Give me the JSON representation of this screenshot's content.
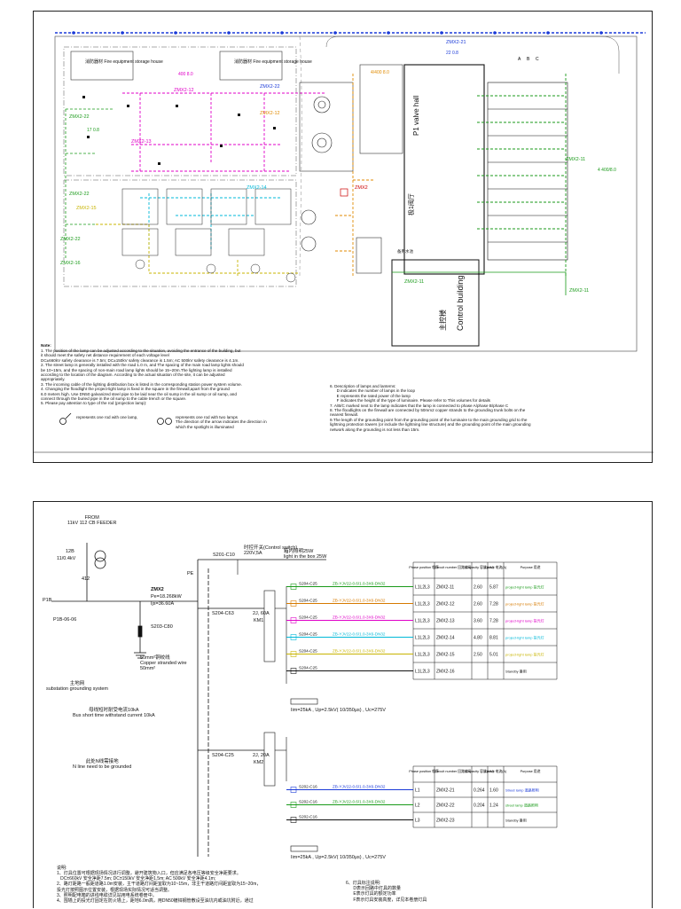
{
  "sheet1": {
    "storage_house_labels": [
      "消防器材 Fire equipment storage house",
      "消防器材 Fire equipment storage house"
    ],
    "valve_hall_label": "P1 valve hall",
    "valve_hall_cn": "极1阀厅",
    "control_building_label": "Control building",
    "control_building_cn": "主控楼",
    "room_label_cn": "备用水池",
    "circuit_tags": [
      "ZMX2-21",
      "ZMX2-22",
      "ZMX2-12",
      "ZMX2-13",
      "ZMX2-15",
      "ZMX2-14",
      "ZMX2-12",
      "ZMX2-22",
      "ZMX2-22",
      "ZMX2-22",
      "ZMX2-11",
      "ZMX2-11",
      "ZMX2-11",
      "ZMX2",
      "ZMX2-16"
    ],
    "lamp_marks": [
      "22 0.8",
      "400 8.0",
      "17 0.8",
      "4/400 8.0",
      "4 400/8.0"
    ],
    "phase_letters": [
      "A",
      "B",
      "C"
    ],
    "notes_title": "Note:",
    "notes_left": "1. The position of the lamp can be adjusted according to the situation, avoiding the entrance of the building, but\nit should meet the safety net distance requirement of each voltage level\nDC±660kV safety clearance is 7.5m; DC±150kV safety clearance is 1.5m; AC 500kV safety clearance is 4.1m.\n2. The street lamp is generally installed with the road 1.0 m, and The spacing of the main road lamp lights should\nbe 10~15m, and the spacing of non-main road lamp lights should be 15~20m.The lighting lamp is installed\naccording to the location of the diagram. According to the actual situation of the site, it can be adjusted\nappropriately.\n3. The incoming cable of the lighting distribution box is listed in the corresponding station power system volume.\n4. Changing the floodlight the project-light lamp is fixed in the square in the firewall,apart from the ground\n6.0 meters high. Use DN50 galvanized steel pipe to be laid near the oil sump in the oil sump or oil sump, and\nconnect through the buried pipe in the oil sump to the cable trench or the square.\n5. Please pay attention to type of the rod (projection lamp):",
    "legend_one": "represents one rod with one lamp,",
    "legend_two": "represents one rod with two lamps\nThe direction of the arrow indicates the direction in\nwhich the spotlight is illuminated",
    "notes_right": "6. Description of lamps and lanterns:\n      D indicates the number of lamps in the loop\n      E represents the rated power of the lamp\n      F indicates the height of the type of luminaire. Please refer to This volumes for details\n7. A/B/C marked next to the lamp indicates that the lamp is connected to phase A/phase B/phase C\n8. The floodlights on the firewall are connected by 50mm2 copper strands to the grounding trunk bolts on the\nnearest firewall.\n9.The length of the grounding point from the grounding point of the luminaire to the main grounding grid to the\nlightning protection towers (or include the lightning line structure) and the grounding point of the main grounding\nnetwork along the grounding is not less than 15m."
  },
  "sheet2": {
    "feeder_label": "FROM\n11kV 112 CB FEEDER",
    "transformer_id": "12B",
    "transformer_ratio": "11/0.4kV",
    "bus_no": "412",
    "panel_name": "P1B",
    "panel_sub": "P1B-06-06",
    "box_name": "ZMX2",
    "box_pe": "Pe=18.268kW",
    "box_ijs": "Ijs=36.60A",
    "switch_main": "S203-C80",
    "switch_timer": "S201-C10",
    "switch_timer_label": "时控开关(Control switch)\n220V,5A",
    "indicator_lamp": "箱内照明25W\nlight in the box 25W",
    "pe_label": "PE",
    "km1": "2J, 60A",
    "km1_tag": "KM1",
    "km2": "2J, 20A",
    "km2_tag": "KM2",
    "s204": "S204-C63",
    "s204b": "S204-C25",
    "s202": "S202-C16",
    "ground_cable": "50mm²铜绞线\nCopper stranded wire\n50mm²",
    "ground_system": "主地网\nsubstation grounding system",
    "bus_current": "母线短时耐受电流10kA\nBus short time withstand current 10kA",
    "neutral_note": "此处N线需接地\nN line need to be grounded",
    "spd_label": "Iim=25kA , Up=2.5kV( 10/350μs) , Uc=275V",
    "cable_spec": "ZB-YJV22-0.6/1.0-3X6-DN32",
    "table_headers": [
      "Phase position 相序",
      "Circuit number 回路编号",
      "Capacity 容量(kW)",
      "Circuit 电流(A)",
      "Purpose 用途"
    ],
    "group1_rows": [
      {
        "switch": "S204-C25",
        "phase": "L1L2L3",
        "circuit": "ZMX2-11",
        "cap": "2.60",
        "cur": "5.87",
        "purpose": "project-light lamp 投光灯",
        "color": "#1a9a1a"
      },
      {
        "switch": "S204-C25",
        "phase": "L1L2L3",
        "circuit": "ZMX2-12",
        "cap": "2.60",
        "cur": "7.28",
        "purpose": "project-light lamp 投光灯",
        "color": "#d67a00"
      },
      {
        "switch": "S204-C25",
        "phase": "L1L2L3",
        "circuit": "ZMX2-13",
        "cap": "3.60",
        "cur": "7.28",
        "purpose": "project-light lamp 投光灯",
        "color": "#e000c8"
      },
      {
        "switch": "S204-C25",
        "phase": "L1L2L3",
        "circuit": "ZMX2-14",
        "cap": "4.80",
        "cur": "8.81",
        "purpose": "project-light lamp 投光灯",
        "color": "#00b8d8"
      },
      {
        "switch": "S204-C25",
        "phase": "L1L2L3",
        "circuit": "ZMX2-15",
        "cap": "2.50",
        "cur": "5.01",
        "purpose": "project-light lamp 投光灯",
        "color": "#c8b400"
      },
      {
        "switch": "S204-C25",
        "phase": "L1L2L3",
        "circuit": "ZMX2-16",
        "cap": "",
        "cur": "",
        "purpose": "Standby 备用",
        "color": "#111111"
      }
    ],
    "group2_rows": [
      {
        "switch": "S202-C16",
        "phase": "L1",
        "circuit": "ZMX2-21",
        "cap": "0.264",
        "cur": "1.60",
        "purpose": "Street lamp 道路照明",
        "color": "#1a3ad8"
      },
      {
        "switch": "S202-C16",
        "phase": "L2",
        "circuit": "ZMX2-22",
        "cap": "0.204",
        "cur": "1.24",
        "purpose": "street lamp 道路照明",
        "color": "#1a9a1a"
      },
      {
        "switch": "S202-C16",
        "phase": "L3",
        "circuit": "ZMX2-23",
        "cap": "",
        "cur": "",
        "purpose": "Standby 备用",
        "color": "#111111"
      }
    ],
    "notes_cn_title": "说明:",
    "notes_cn": "1、灯具位置可根据现场情况进行调整，避开建筑物入口，但应满足各电压等级安全净距要求。\n   DC±660kV 安全净距7.5m; DC±150kV 安全净距1.5m; AC 500kV 安全净距4.1m;\n2、路灯距路一般距道路1.0m安装，主干道路灯间距宜取为10~15m，非主干道路灯间距宜取为15~20m，\n投光灯按照图示位置安装，根据现场实际情况可适当调整。\n3、照明配电箱的进线电缆详见站用电系统卷册中。\n4、围墙上的投光灯固定在防火墙上，距地6.0m高，用DN50镀锌钢管敷设至油坑内或油坑附近，通过",
    "notes_cn_right": "6、灯具标注说明:\n      D表示回路中灯具的数量\n      E表示灯具的额定功率\n      F表示灯具安装高度，详见本卷册灯具"
  }
}
